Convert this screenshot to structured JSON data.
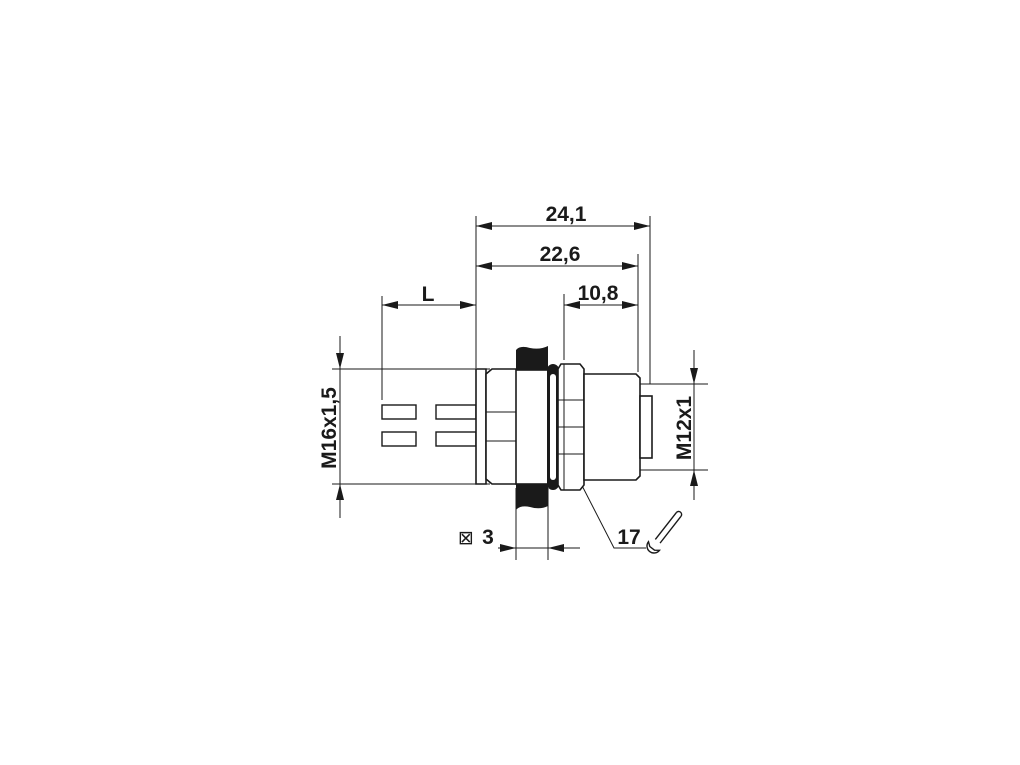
{
  "dimensions": {
    "overall_length": "24,1",
    "body_length": "22,6",
    "thread_length": "10,8",
    "pin_length": "L",
    "panel_thread": "M16x1,5",
    "connector_thread": "M12x1",
    "panel_thickness": "3",
    "panel_thickness_symbol": "⊠",
    "wrench_size": "17"
  }
}
